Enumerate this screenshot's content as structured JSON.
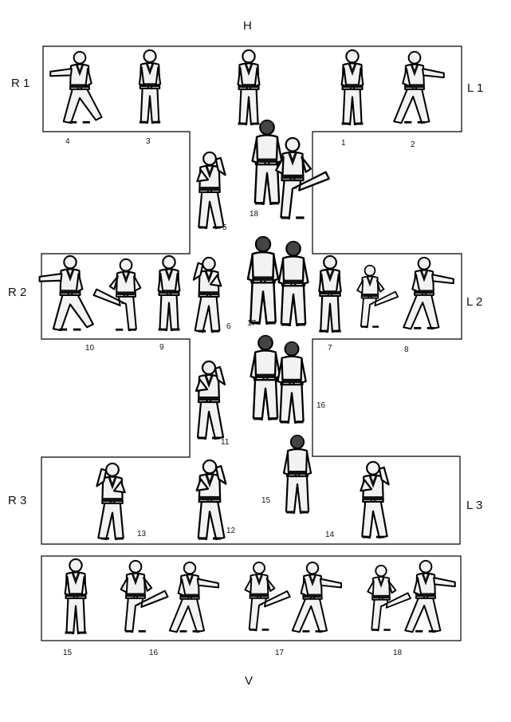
{
  "directions": {
    "top": "H",
    "bottom": "V",
    "left": [
      "R 1",
      "R 2",
      "R 3"
    ],
    "right": [
      "L 1",
      "L 2",
      "L 3"
    ]
  },
  "step_numbers": [
    "1",
    "2",
    "3",
    "4",
    "5",
    "6",
    "7",
    "8",
    "9",
    "10",
    "11",
    "12",
    "13",
    "14",
    "15",
    "16",
    "17",
    "18",
    "15",
    "16",
    "17",
    "18"
  ],
  "ink_color": "#000000",
  "figure_fill": "#f2f2f2",
  "belt_color": "#111111"
}
